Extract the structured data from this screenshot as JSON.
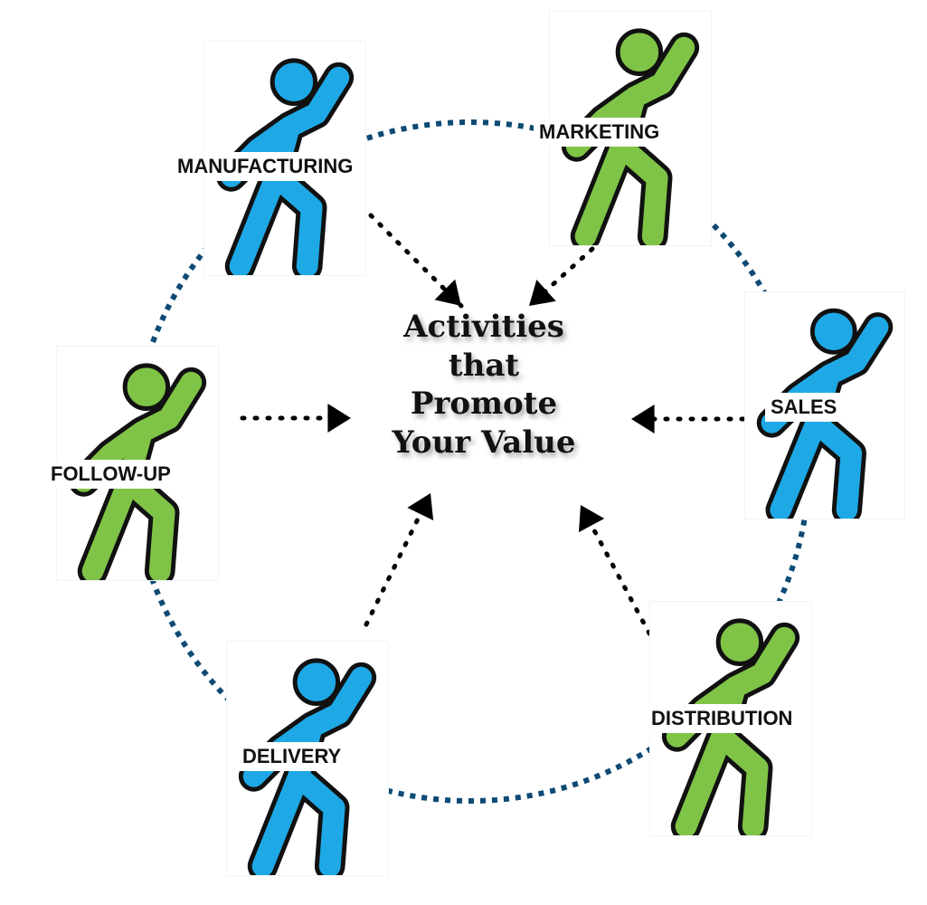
{
  "title_lines": [
    "Activities",
    "that",
    "Promote",
    "Your Value"
  ],
  "colors": {
    "blue": "#1ea9e6",
    "green": "#7fc446",
    "outline": "#111111",
    "ring": "#0d4a74",
    "arrow": "#000000"
  },
  "nodes": [
    {
      "id": "manufacturing",
      "label": "MANUFACTURING",
      "color": "blue"
    },
    {
      "id": "marketing",
      "label": "MARKETING",
      "color": "green"
    },
    {
      "id": "sales",
      "label": "SALES",
      "color": "blue"
    },
    {
      "id": "distribution",
      "label": "DISTRIBUTION",
      "color": "green"
    },
    {
      "id": "delivery",
      "label": "DELIVERY",
      "color": "blue"
    },
    {
      "id": "follow-up",
      "label": "FOLLOW-UP",
      "color": "green"
    }
  ]
}
